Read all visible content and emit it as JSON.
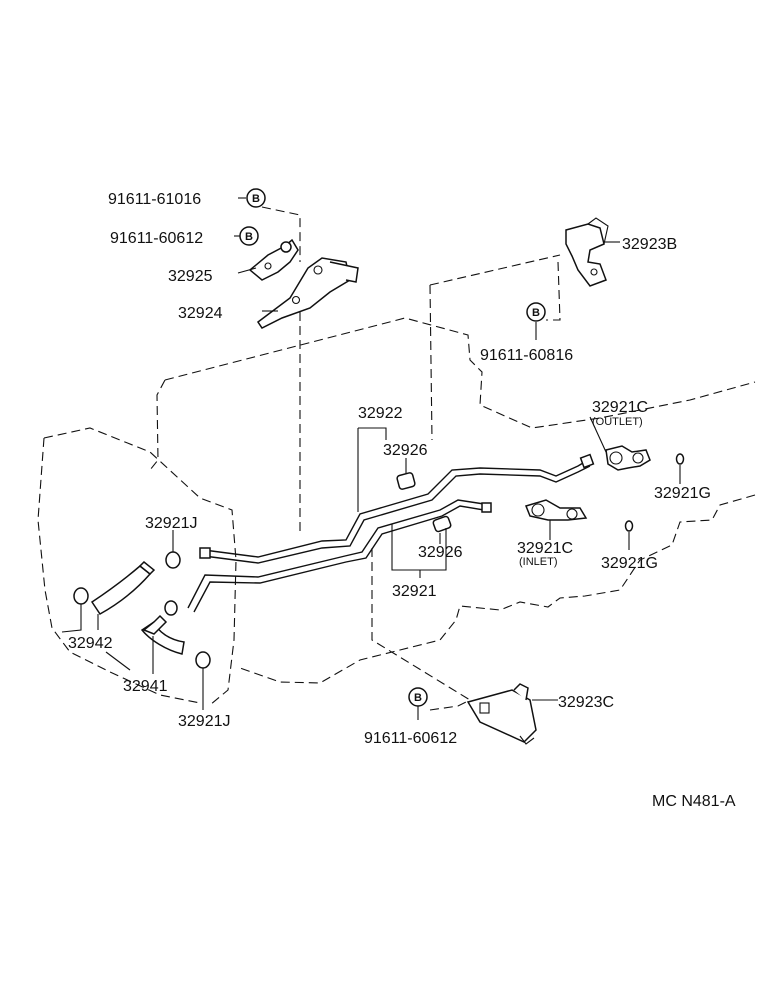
{
  "labels": {
    "p91611_61016": "91611-61016",
    "p91611_60612_top": "91611-60612",
    "p32925": "32925",
    "p32924": "32924",
    "p32923B": "32923B",
    "p91611_60816": "91611-60816",
    "p32922": "32922",
    "p32926_top": "32926",
    "p32921C_outlet": "32921C",
    "outlet_note": "(OUTLET)",
    "p32921G_top": "32921G",
    "p32921J_left": "32921J",
    "p32926_mid": "32926",
    "p32921C_inlet": "32921C",
    "inlet_note": "(INLET)",
    "p32921G_mid": "32921G",
    "p32921": "32921",
    "p32942": "32942",
    "p32941": "32941",
    "p32921J_bottom": "32921J",
    "p32923C": "32923C",
    "p91611_60612_bottom": "91611-60612",
    "figure_code": "MC N481-A"
  },
  "bolt_mark": "B",
  "icons": [
    "bolt-b-icon",
    "clamp-icon",
    "hose-icon",
    "bracket-icon",
    "cooler-pipe-icon",
    "union-fitting-icon",
    "gasket-icon"
  ]
}
